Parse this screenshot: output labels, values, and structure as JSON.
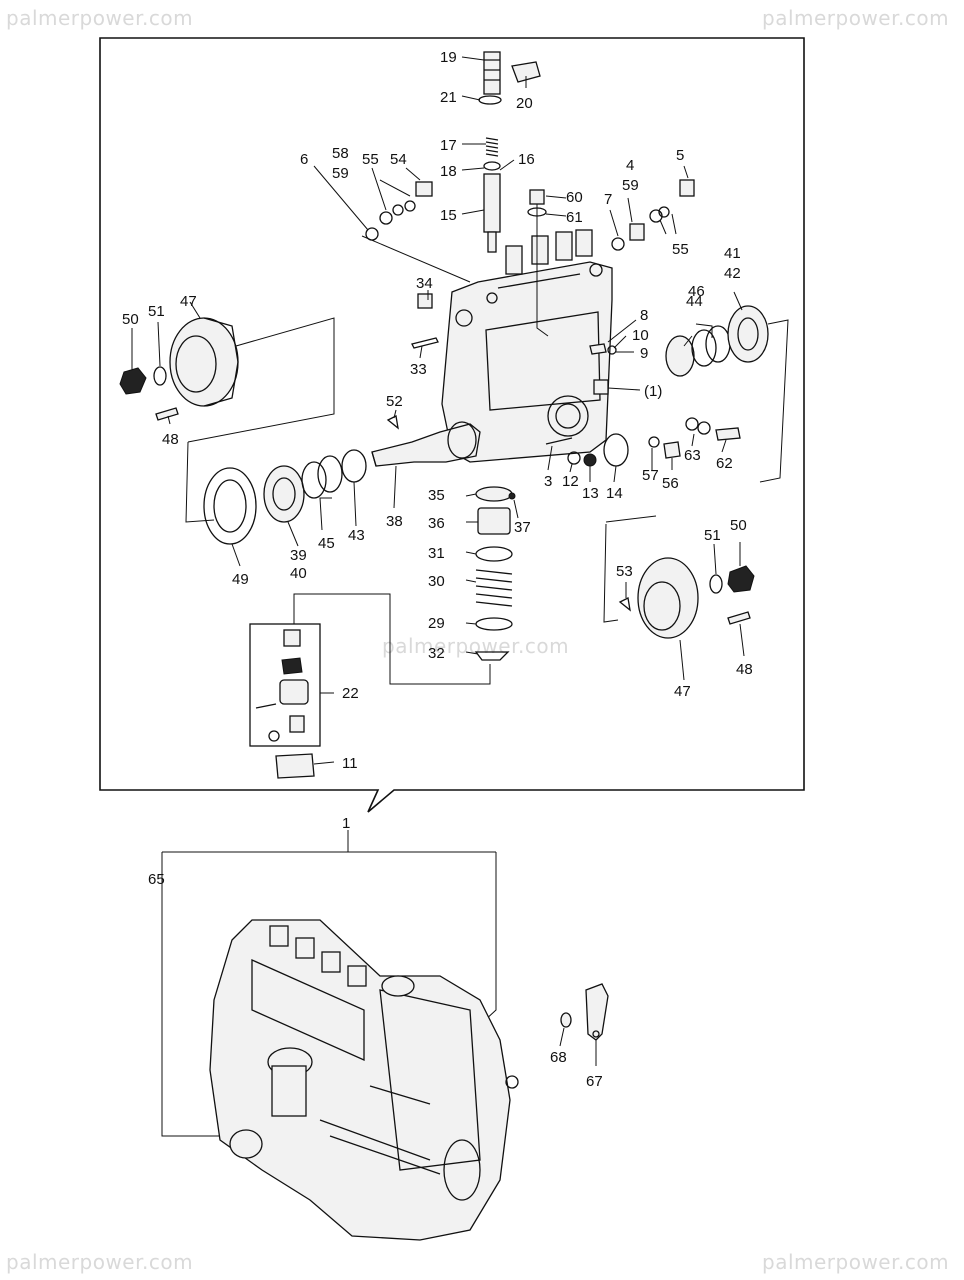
{
  "watermark": {
    "top_left": "palmerpower.com",
    "top_right": "palmerpower.com",
    "center": "palmerpower.com",
    "bottom_left": "palmerpower.com",
    "bottom_right": "palmerpower.com"
  },
  "part_labels": {
    "p1": "1",
    "p3": "3",
    "p4": "4",
    "p5": "5",
    "p6": "6",
    "p7": "7",
    "p8": "8",
    "p9": "9",
    "p10": "10",
    "p11": "11",
    "p12": "12",
    "p13": "13",
    "p14": "14",
    "p15": "15",
    "p16": "16",
    "p17": "17",
    "p18": "18",
    "p19": "19",
    "p20": "20",
    "p21": "21",
    "p22": "22",
    "p29": "29",
    "p30": "30",
    "p31": "31",
    "p32": "32",
    "p33": "33",
    "p34": "34",
    "p35": "35",
    "p36": "36",
    "p37": "37",
    "p38": "38",
    "p39": "39",
    "p40": "40",
    "p41": "41",
    "p42": "42",
    "p43": "43",
    "p44": "44",
    "p45": "45",
    "p46": "46",
    "p47a": "47",
    "p47b": "47",
    "p48a": "48",
    "p48b": "48",
    "p49": "49",
    "p50a": "50",
    "p50b": "50",
    "p51a": "51",
    "p51b": "51",
    "p52": "52",
    "p53": "53",
    "p54": "54",
    "p55a": "55",
    "p55b": "55",
    "p56": "56",
    "p57": "57",
    "p58": "58",
    "p59a": "59",
    "p59b": "59",
    "p60": "60",
    "p61": "61",
    "p62": "62",
    "p63": "63",
    "p65": "65",
    "p67": "67",
    "p68": "68",
    "ref1": "(1)"
  }
}
